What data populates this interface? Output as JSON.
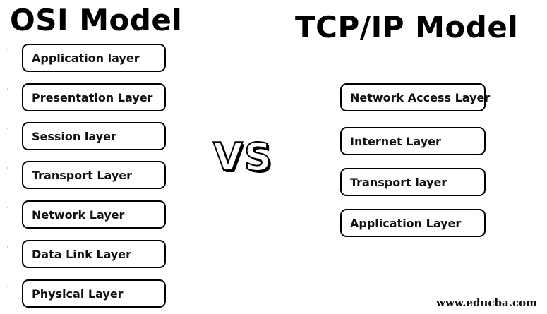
{
  "osi": {
    "title": "OSI Model",
    "layers": [
      "Application layer",
      "Presentation Layer",
      "Session layer",
      "Transport Layer",
      "Network Layer",
      "Data Link Layer",
      "Physical Layer"
    ]
  },
  "vs_label": "VS",
  "tcpip": {
    "title": "TCP/IP Model",
    "layers": [
      "Network Access Layer",
      "Internet Layer",
      "Transport layer",
      "Application Layer"
    ]
  },
  "watermark": "www.educba.com"
}
